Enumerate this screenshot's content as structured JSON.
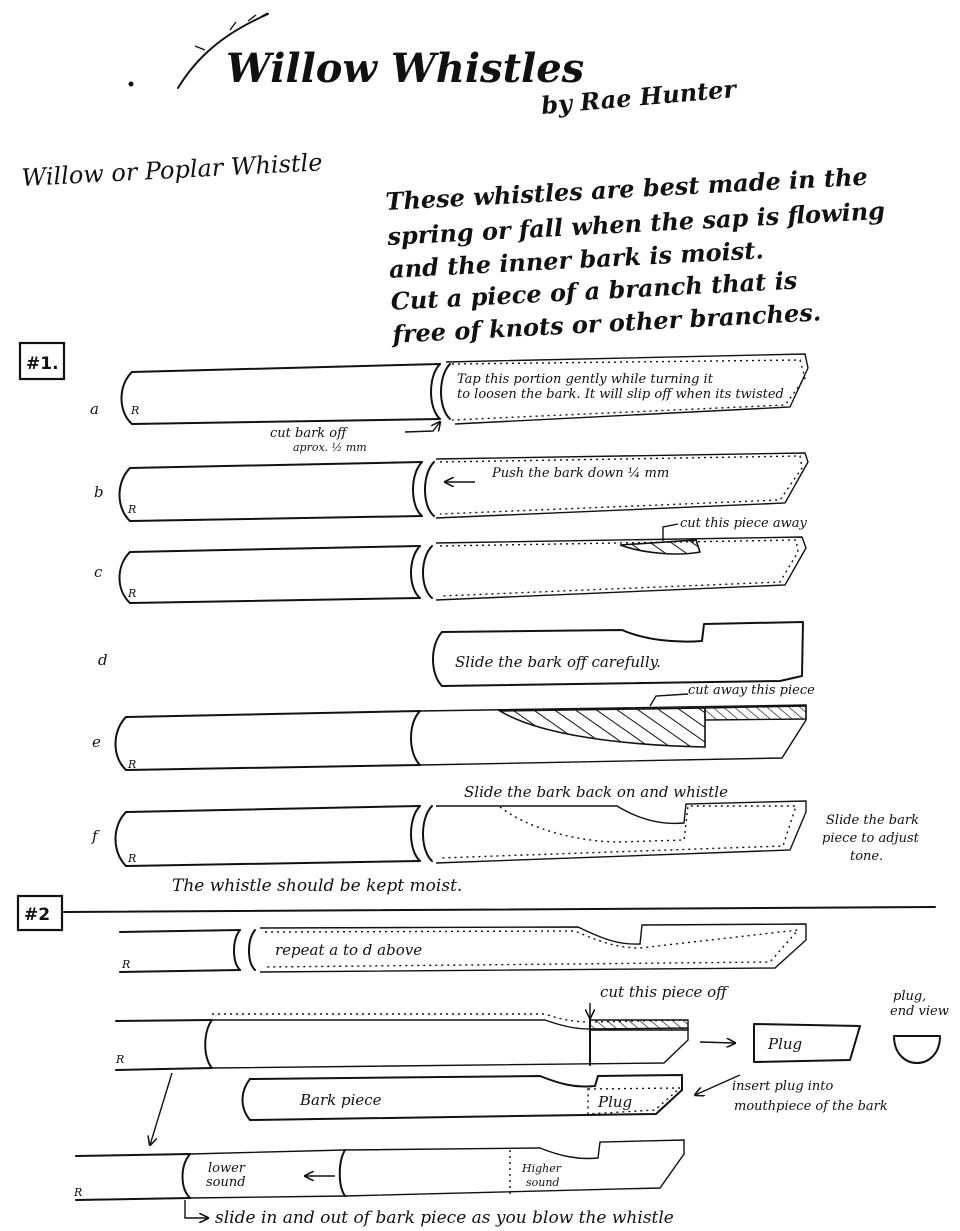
{
  "header": {
    "title": "Willow Whistles",
    "byline": "by Rae Hunter"
  },
  "intro": {
    "heading": "Willow or Poplar Whistle",
    "lines": [
      "These whistles are best made in the",
      "spring or fall when the sap is flowing",
      "and the inner bark is moist.",
      "Cut a piece of a branch that is",
      "free of knots or other branches."
    ]
  },
  "section1": {
    "marker": "#1.",
    "steps": {
      "a": {
        "letter": "a",
        "note1": "Tap this portion gently while turning it",
        "note2": "to loosen the bark. It will slip off when its twisted",
        "cut1": "cut bark off",
        "cut2": "aprox. ½ mm"
      },
      "b": {
        "letter": "b",
        "note": "Push the bark down ¼ mm"
      },
      "c": {
        "letter": "c",
        "note": "cut this piece away"
      },
      "d": {
        "letter": "d",
        "note": "Slide the bark off carefully."
      },
      "e": {
        "letter": "e",
        "note": "cut away this piece"
      },
      "f": {
        "letter": "f",
        "note_top": "Slide the bark back on and whistle",
        "side1": "Slide the bark",
        "side2": "piece to adjust",
        "side3": "tone."
      }
    },
    "footer": "The whistle should be kept moist."
  },
  "section2": {
    "marker": "#2",
    "repeat": "repeat a to d above",
    "cut_off": "cut this piece off",
    "plug": "Plug",
    "plug_end1": "plug,",
    "plug_end2": "end view",
    "bark_piece": "Bark piece",
    "insert1": "insert plug into",
    "insert2": "mouthpiece of the bark",
    "lower1": "lower",
    "lower2": "sound",
    "higher1": "Higher",
    "higher2": "sound",
    "slide": "slide in and out of bark piece as you blow the whistle"
  },
  "signature": "R"
}
